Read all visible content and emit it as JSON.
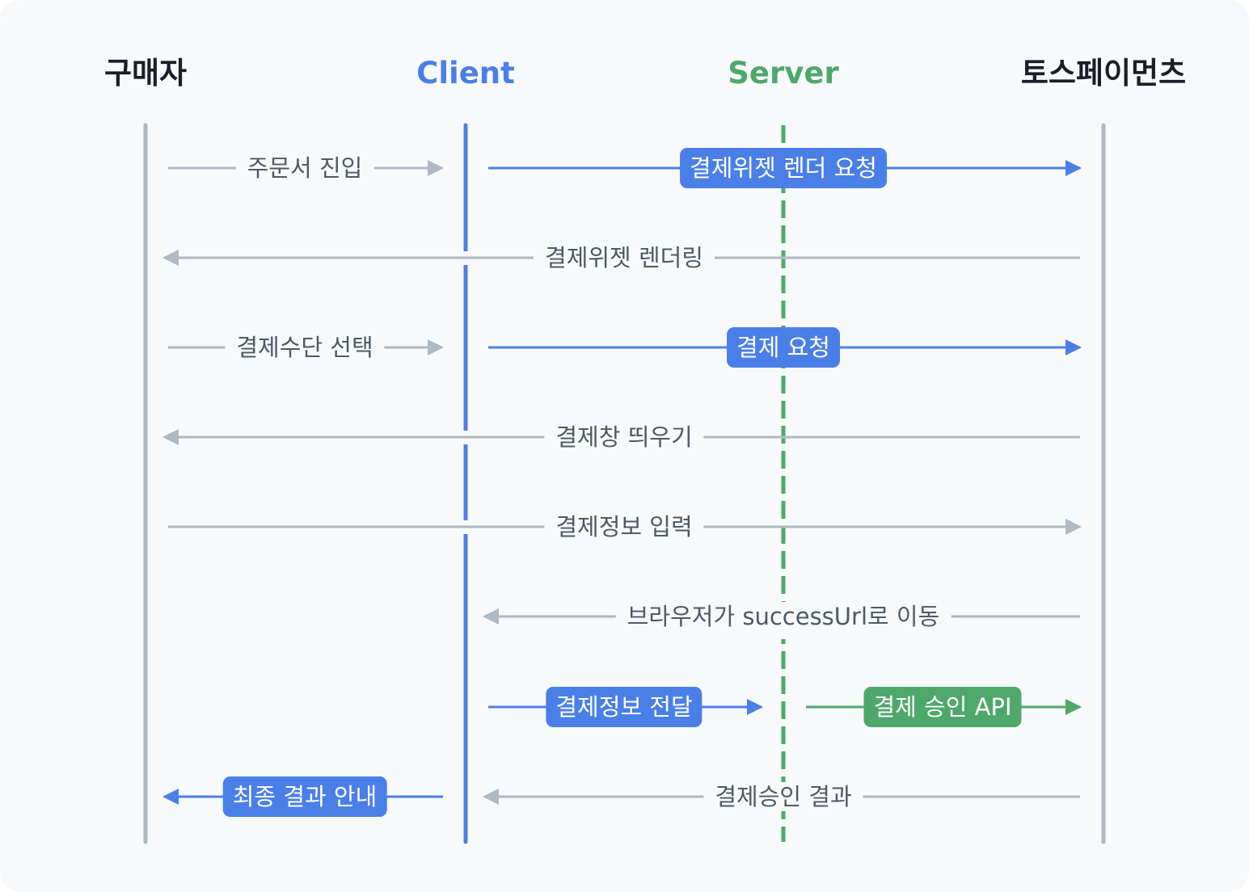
{
  "colors": {
    "frame": "#f8f9fa",
    "actor_buyer": "#191f28",
    "actor_client": "#4a7fe8",
    "actor_server": "#4ea86b",
    "actor_toss": "#191f28",
    "lifeline_gray": "#b0b8c1",
    "arrow_gray": "#b0b8c1",
    "blue": "#4a7fe8",
    "green": "#4ea86b",
    "label_gray": "#4e5968"
  },
  "actors": {
    "buyer": "구매자",
    "client": "Client",
    "server": "Server",
    "toss": "토스페이먼츠"
  },
  "messages": {
    "m1": "주문서 진입",
    "m2": "결제위젯 렌더 요청",
    "m3": "결제위젯 렌더링",
    "m4": "결제수단 선택",
    "m5": "결제 요청",
    "m6": "결제창 띄우기",
    "m7": "결제정보 입력",
    "m8": "브라우저가 successUrl로 이동",
    "m9": "결제정보 전달",
    "m10": "결제 승인 API",
    "m11": "최종 결과 안내",
    "m12": "결제승인 결과"
  }
}
